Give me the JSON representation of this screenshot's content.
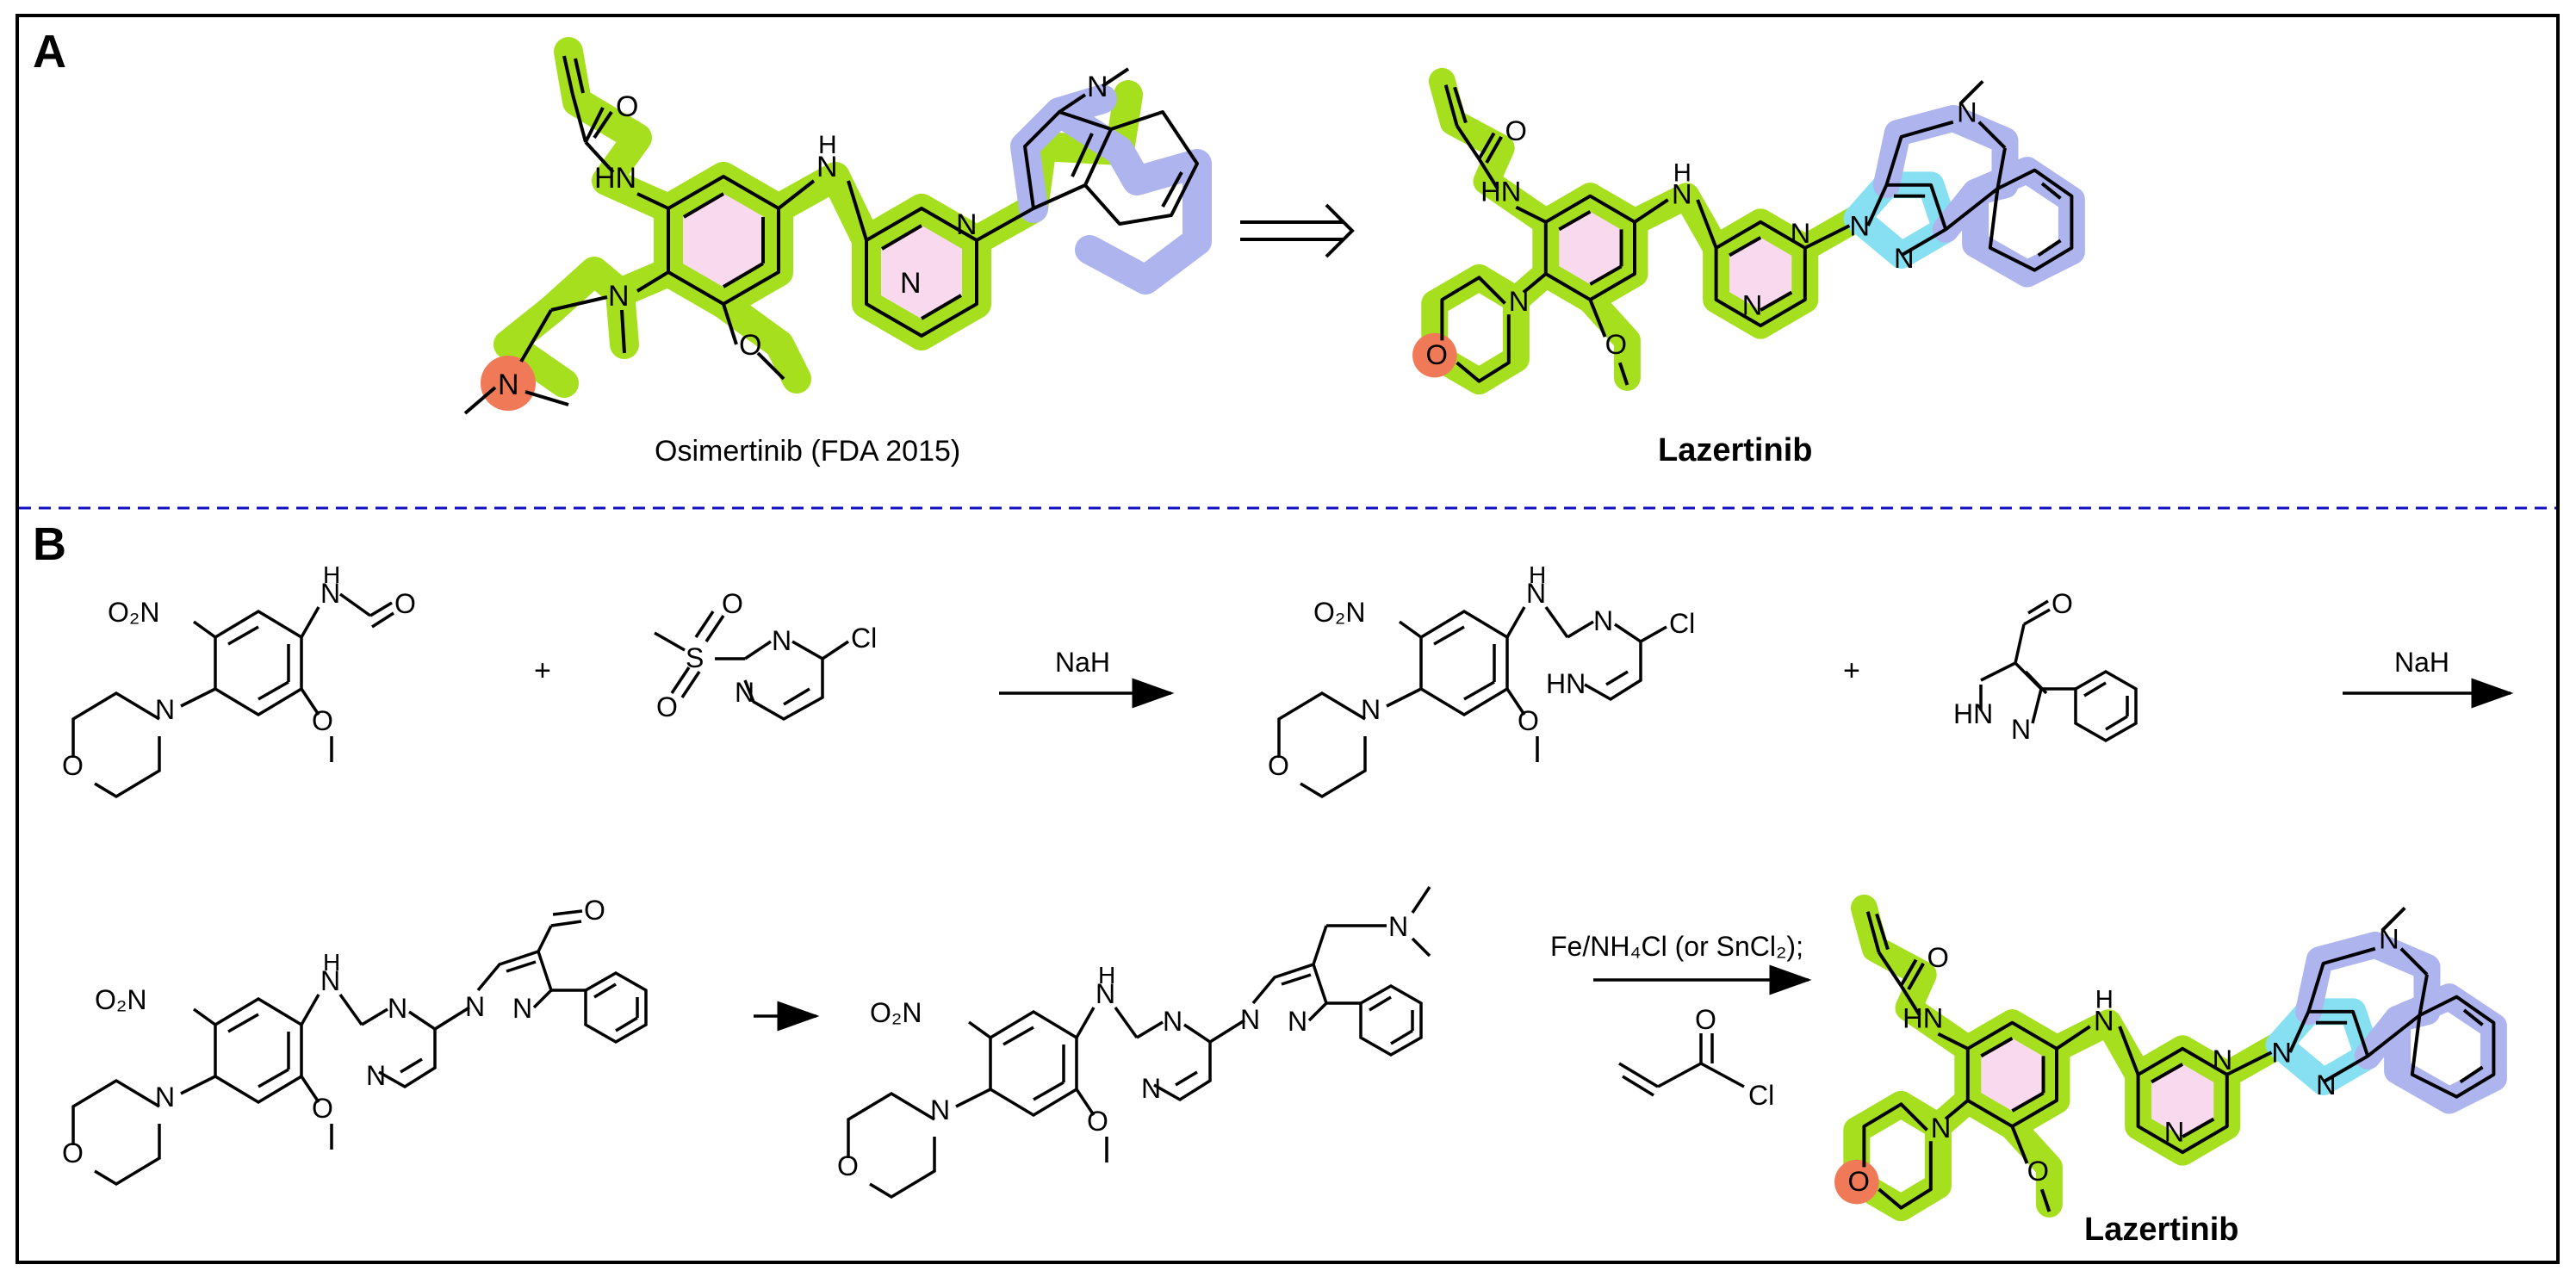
{
  "panel_a": {
    "letter": "A",
    "left_compound": "Osimertinib (FDA 2015)",
    "right_compound": "Lazertinib"
  },
  "panel_b": {
    "letter": "B",
    "plus": "+",
    "step1_reagent": "NaH",
    "step2_reagent": "NaH",
    "step4_reagent_line1": "Fe/NH₄Cl (or SnCl₂);",
    "final_compound": "Lazertinib"
  },
  "atoms": {
    "O": "O",
    "N": "N",
    "NH": "HN",
    "H": "H",
    "Cl": "Cl",
    "S": "S",
    "NO2": "O₂N",
    "HN": "HN",
    "HNpz": "HN"
  },
  "colors": {
    "frame": "#000000",
    "divider": "#1010c0",
    "green_highlight": "#a6df1e",
    "pink_ring": "#f9d9ee",
    "purple_highlight": "#aeb4ee",
    "cyan_highlight": "#86e0f2",
    "orange_highlight": "#f07a58"
  }
}
